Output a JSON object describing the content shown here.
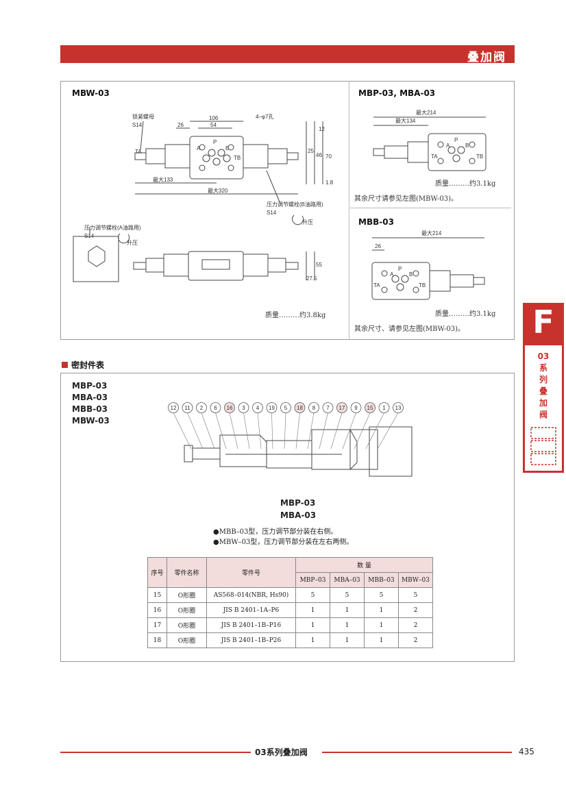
{
  "header": {
    "title": "叠加阀"
  },
  "top_section": {
    "left_model": "MBW-03",
    "left_labels": {
      "lock_nut": "锁紧螺母",
      "s14_a": "S14",
      "holes": "4–φ7孔",
      "dim_106": "106",
      "dim_26": "26",
      "dim_54": "54",
      "dim_12": "12",
      "dim_25": "25",
      "dim_46": "46",
      "dim_70": "70",
      "dim_18": "1.8",
      "max133": "最大133",
      "max320": "最大320",
      "adjust_b": "压力调节螺栓(B油路用)",
      "s14_b": "S14",
      "raise_b": "升压",
      "adjust_a": "压力调节螺栓(A油路用)",
      "s14_c": "S14",
      "raise_a": "升压",
      "dim_55": "55",
      "dim_275": "27.5",
      "mass": "质量………约3.8kg"
    },
    "right_top_model": "MBP-03, MBA-03",
    "right_top_labels": {
      "max214": "最大214",
      "max134": "最大134",
      "mass": "质量………约3.1kg",
      "note": "其余尺寸请参见左图(MBW-03)。"
    },
    "right_bottom_model": "MBB-03",
    "right_bottom_labels": {
      "max214": "最大214",
      "dim_26": "26",
      "mass": "质量………约3.1kg",
      "note": "其余尺寸、请参见左图(MBW-03)。"
    },
    "port_labels": {
      "p": "P",
      "a": "A",
      "b": "B",
      "ta": "TA",
      "tb": "TB"
    }
  },
  "seal_section": {
    "title": "密封件表",
    "models": [
      "MBP-03",
      "MBA-03",
      "MBB-03",
      "MBW-03"
    ],
    "part_numbers": [
      "12",
      "11",
      "2",
      "6",
      "16",
      "3",
      "4",
      "19",
      "5",
      "18",
      "8",
      "7",
      "17",
      "9",
      "15",
      "1",
      "13"
    ],
    "highlighted_parts": [
      "16",
      "18",
      "17",
      "15"
    ],
    "drawing_caption": [
      "MBP-03",
      "MBA-03"
    ],
    "notes": [
      "●MBB–03型，压力调节部分装在右侧。",
      "●MBW–03型，压力调节部分装在左右两侧。"
    ],
    "table": {
      "headers": {
        "no": "序号",
        "name": "零件名称",
        "part_no": "零件号",
        "qty": "数 量"
      },
      "qty_headers": [
        "MBP–03",
        "MBA–03",
        "MBB–03",
        "MBW–03"
      ],
      "rows": [
        {
          "no": "15",
          "name": "O形圈",
          "part_no": "AS568–014(NBR, Hs90)",
          "q": [
            "5",
            "5",
            "5",
            "5"
          ]
        },
        {
          "no": "16",
          "name": "O形圈",
          "part_no": "JIS B 2401–1A–P6",
          "q": [
            "1",
            "1",
            "1",
            "2"
          ]
        },
        {
          "no": "17",
          "name": "O形圈",
          "part_no": "JIS B 2401–1B–P16",
          "q": [
            "1",
            "1",
            "1",
            "2"
          ]
        },
        {
          "no": "18",
          "name": "O形圈",
          "part_no": "JIS B 2401–1B–P26",
          "q": [
            "1",
            "1",
            "1",
            "2"
          ]
        }
      ]
    }
  },
  "side_tab": {
    "letter": "F",
    "series": "03",
    "text": [
      "系",
      "列",
      "叠",
      "加",
      "阀"
    ]
  },
  "footer": {
    "title": "03系列叠加阀",
    "page": "435"
  },
  "colors": {
    "accent": "#c8322c",
    "highlight": "#f2dcdc"
  }
}
